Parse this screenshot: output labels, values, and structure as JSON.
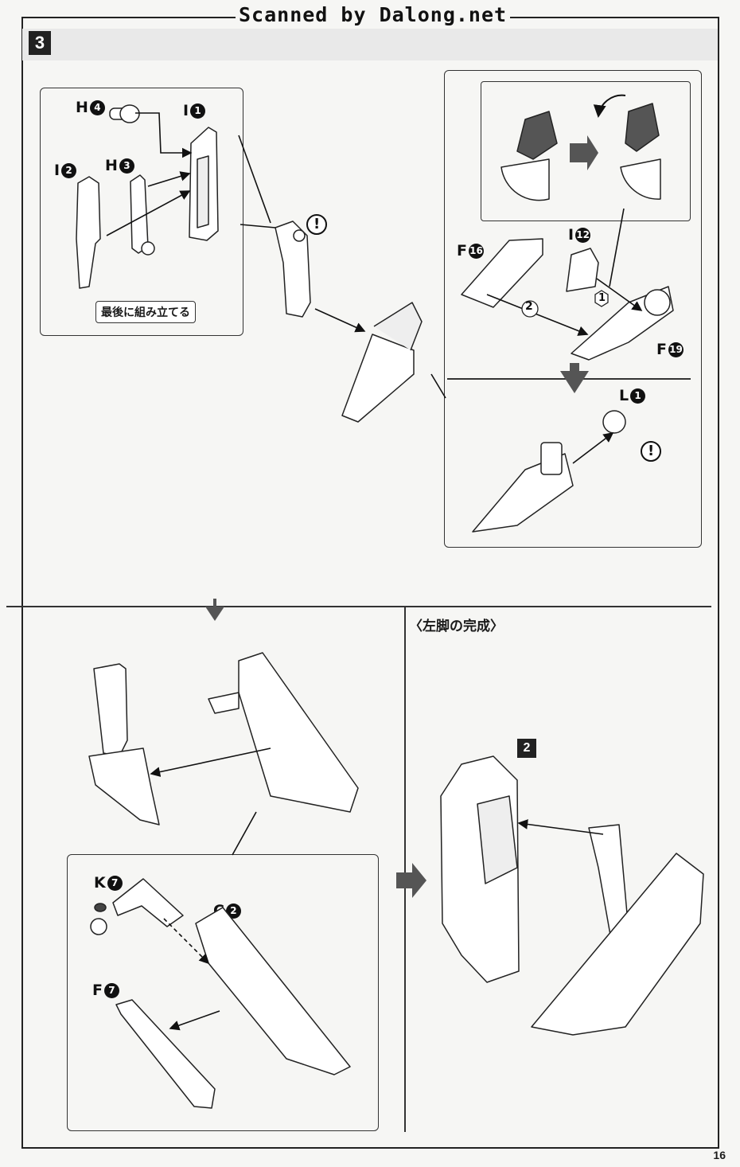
{
  "header": {
    "scan_credit": "Scanned by Dalong.net"
  },
  "step": {
    "number": "3"
  },
  "parts": {
    "h4": {
      "letter": "H",
      "num": "4"
    },
    "i1": {
      "letter": "I",
      "num": "1"
    },
    "i2": {
      "letter": "I",
      "num": "2"
    },
    "h3": {
      "letter": "H",
      "num": "3"
    },
    "f16": {
      "letter": "F",
      "num": "16"
    },
    "i12": {
      "letter": "I",
      "num": "12"
    },
    "f19": {
      "letter": "F",
      "num": "19"
    },
    "l1": {
      "letter": "L",
      "num": "1"
    },
    "k7": {
      "letter": "K",
      "num": "7"
    },
    "c2": {
      "letter": "C",
      "num": "2"
    },
    "f7": {
      "letter": "F",
      "num": "7"
    }
  },
  "notes": {
    "assemble_last": "最後に組み立てる"
  },
  "order_marks": {
    "first": "1",
    "second": "2"
  },
  "completion": {
    "caption": "〈左脚の完成〉",
    "ref_number": "2"
  },
  "warning_glyph": "!",
  "page": {
    "number": "16"
  }
}
